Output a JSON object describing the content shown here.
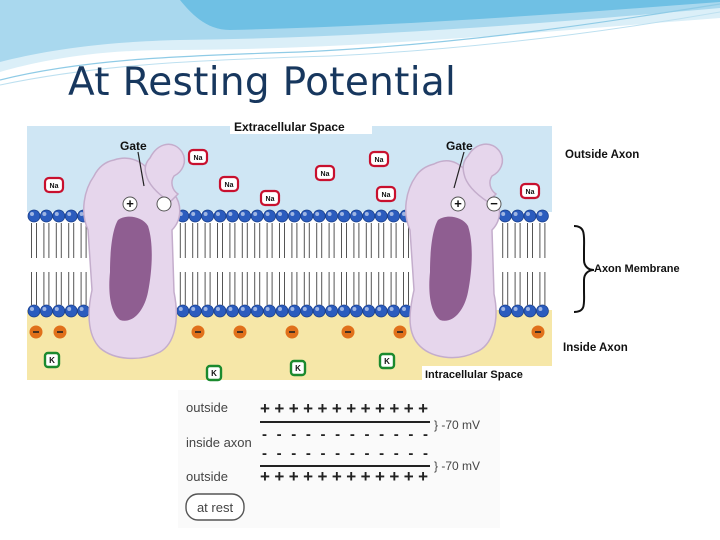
{
  "slide": {
    "title": "At Resting Potential"
  },
  "theme": {
    "title_color": "#17375e",
    "extracellular_fill": "#cfe6f4",
    "intracellular_fill": "#f6e7a8",
    "protein_fill": "#e6d6ec",
    "pore_fill": "#8f5e91",
    "phospholipid_head": "#2b5cbe",
    "sodium_color": "#c8102e",
    "potassium_color": "#1b8a2e",
    "negative_charge_color": "#e0701a"
  },
  "diagram": {
    "labels": {
      "extracellular": "Extracellular Space",
      "intracellular": "Intracellular Space",
      "outside_axon": "Outside Axon",
      "inside_axon": "Inside Axon",
      "axon_membrane": "Axon Membrane",
      "gate_left": "Gate",
      "gate_right": "Gate"
    },
    "ions": {
      "sodium": "Na",
      "potassium": "K",
      "plus": "+",
      "minus": "−"
    }
  },
  "potential_panel": {
    "row_outside_top": "outside",
    "row_inside": "inside axon",
    "row_outside_bottom": "outside",
    "plus_row": "++++++++++++",
    "minus_row": "- - - - - - - - - - - -",
    "voltage_top": "} -70 mV",
    "voltage_bottom": "} -70 mV",
    "state_badge": "at rest"
  }
}
